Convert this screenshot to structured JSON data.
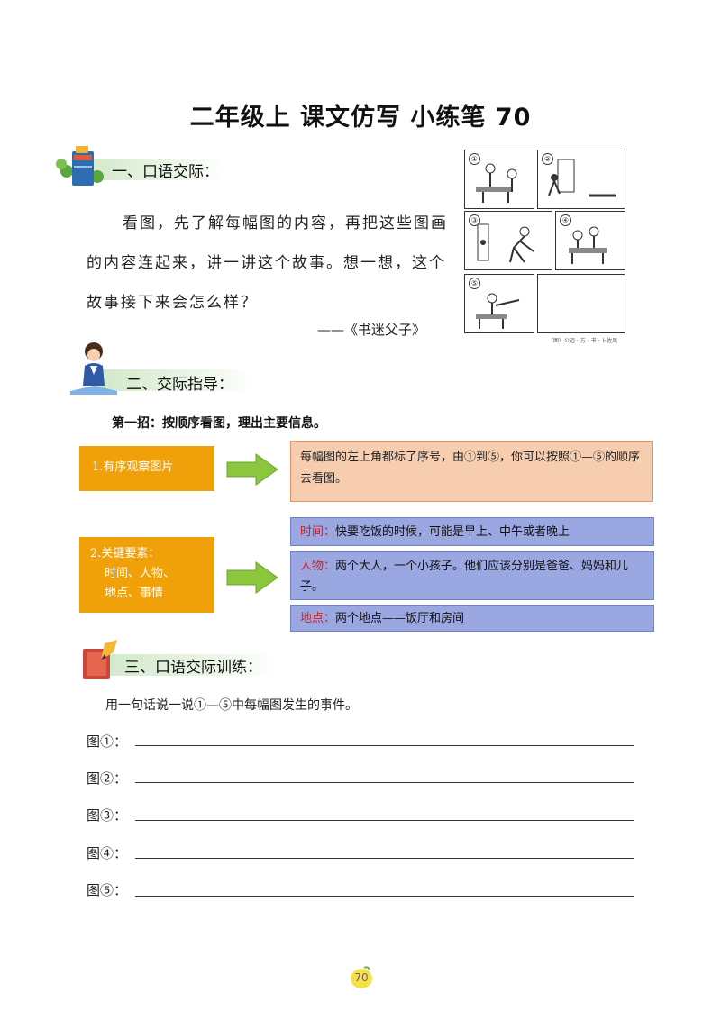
{
  "title": "二年级上  课文仿写  小练笔 70",
  "sections": {
    "s1": {
      "label": "一、口语交际："
    },
    "s2": {
      "label": "二、交际指导："
    },
    "s3": {
      "label": "三、口语交际训练："
    }
  },
  "intro": {
    "text": "看图，先了解每幅图的内容，再把这些图画的内容连起来，讲一讲这个故事。想一想，这个故事接下来会怎么样？",
    "source": "——《书迷父子》"
  },
  "comic": {
    "numbers": [
      "①",
      "②",
      "③",
      "④",
      "⑤"
    ],
    "credit": "（图）公迈 · 方 · 书 · 卜佐凤"
  },
  "guide": {
    "tip": "第一招：按顺序看图，理出主要信息。",
    "box1": "1.有序观察图片",
    "box1_detail": "每幅图的左上角都标了序号，由①到⑤，你可以按照①—⑤的顺序去看图。",
    "box2_lines": [
      "2.关键要素：",
      "时间、人物、",
      "地点、事情"
    ],
    "time_label": "时间：",
    "time_text": "快要吃饭的时候，可能是早上、中午或者晚上",
    "people_label": "人物：",
    "people_text": "两个大人，一个小孩子。他们应该分别是爸爸、妈妈和儿子。",
    "place_label": "地点：",
    "place_text": "两个地点——饭厅和房间"
  },
  "practice": {
    "instruction": "用一句话说一说①—⑤中每幅图发生的事件。",
    "lines": [
      "图①：",
      "图②：",
      "图③：",
      "图④：",
      "图⑤："
    ]
  },
  "page_number": "70",
  "colors": {
    "orange": "#f0a10a",
    "peach": "#f7cdb0",
    "blue": "#9aa7e0",
    "arrow": "#8cc63f",
    "red": "#d81b1b"
  }
}
